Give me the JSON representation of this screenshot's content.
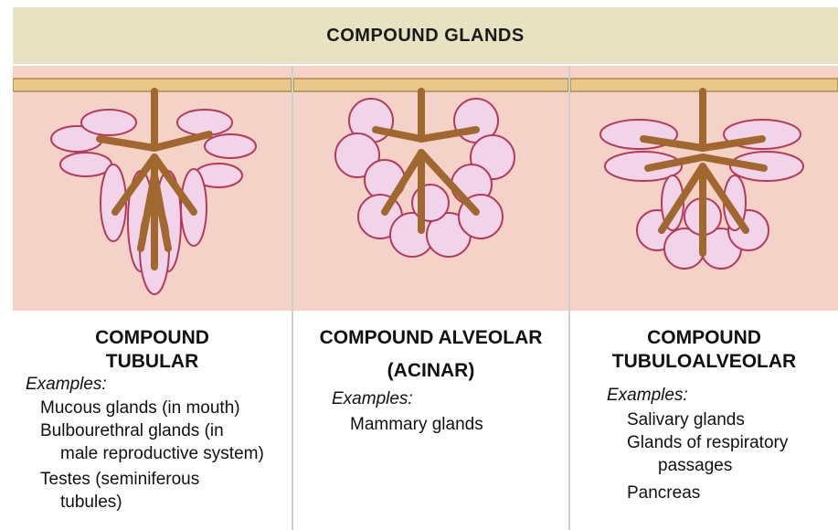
{
  "banner": {
    "title": "COMPOUND GLANDS"
  },
  "panels": [
    {
      "title_line1": "COMPOUND",
      "title_line2": "TUBULAR",
      "examples_label": "Examples:",
      "examples": [
        "Mucous glands (in mouth)",
        "Bulbourethral glands (in",
        "male reproductive system)",
        "Testes (seminiferous",
        "tubules)"
      ]
    },
    {
      "title_line1": "COMPOUND ALVEOLAR",
      "title_line2": "(ACINAR)",
      "examples_label": "Examples:",
      "examples": [
        "Mammary glands"
      ]
    },
    {
      "title_line1": "COMPOUND",
      "title_line2": "TUBULOALVEOLAR",
      "examples_label": "Examples:",
      "examples": [
        "Salivary glands",
        "Glands of respiratory",
        "passages",
        "Pancreas"
      ]
    }
  ],
  "colors": {
    "banner": "#e7e3c2",
    "tissue": "#f4d2c8",
    "epithelium": "#e9c98a",
    "duct": "#a0672f",
    "secretory": "#f2d4ea",
    "outline": "#b43a5b"
  }
}
